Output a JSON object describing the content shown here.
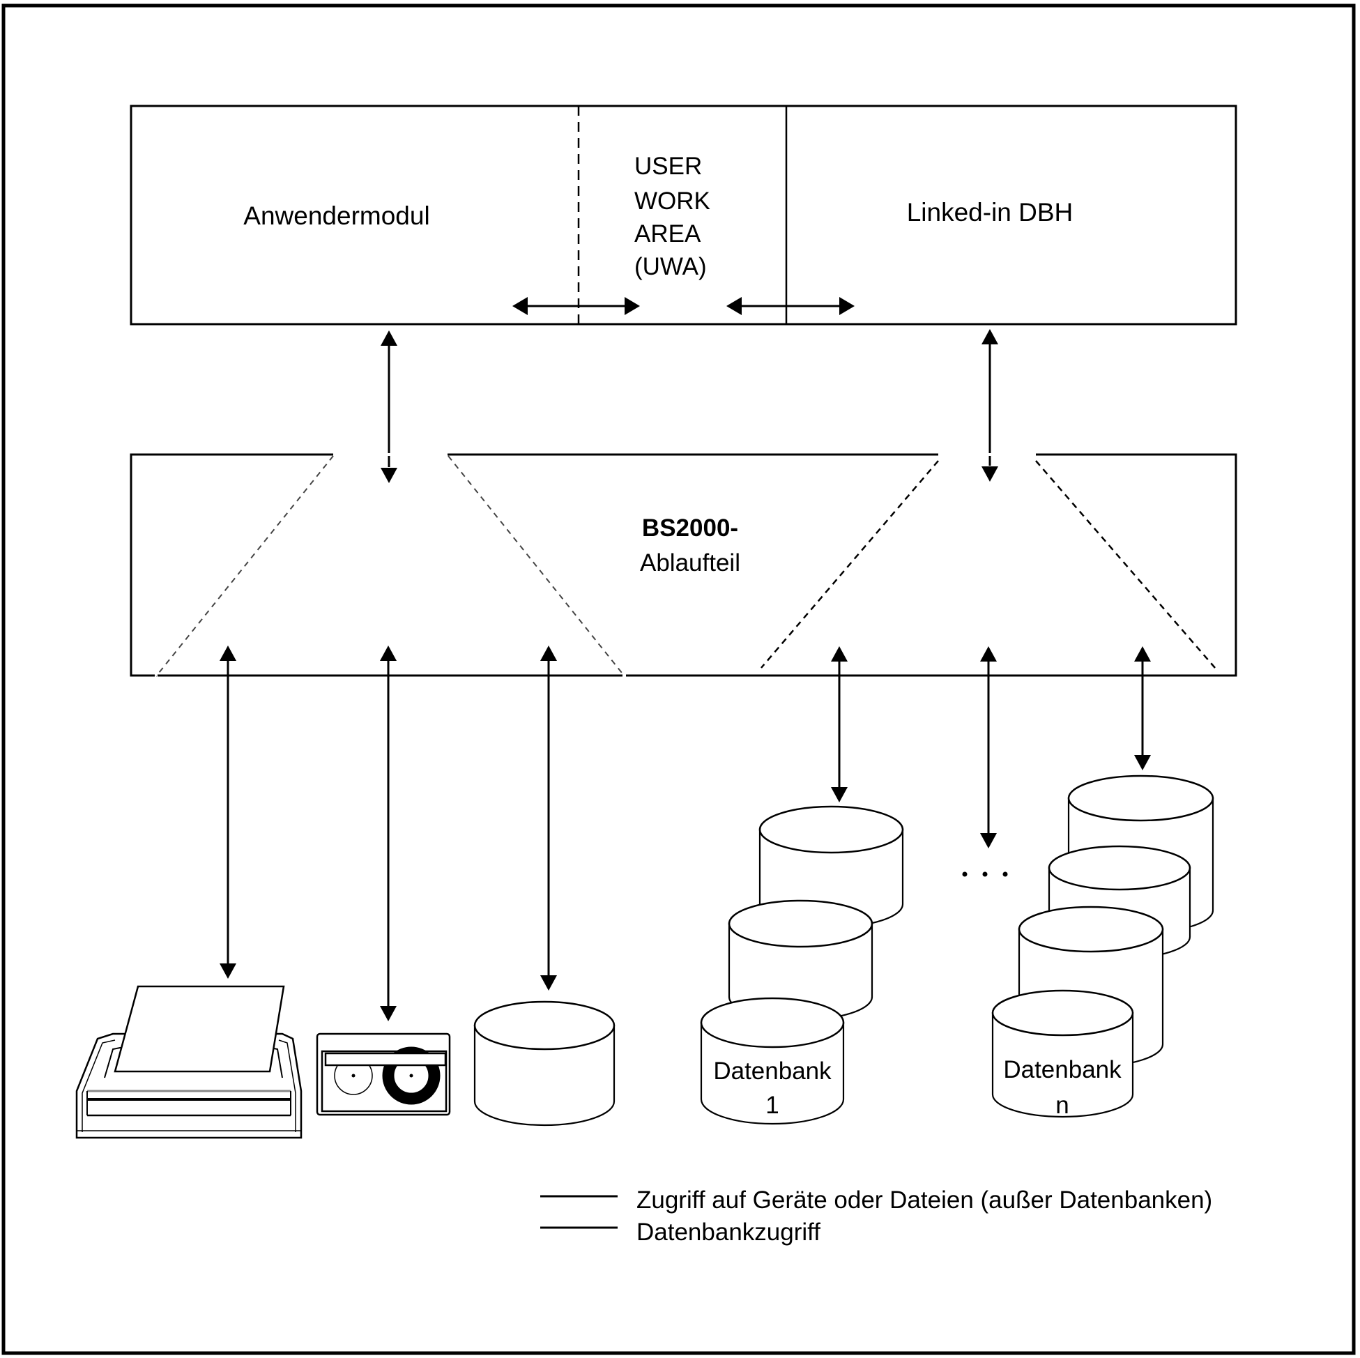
{
  "diagram": {
    "top_box": {
      "left_module": "Anwendermodul",
      "uwa_lines": [
        "USER",
        "WORK",
        "AREA",
        "(UWA)"
      ],
      "right_module": "Linked-in DBH"
    },
    "middle_box": {
      "title_line1": "BS2000-",
      "title_line2": "Ablaufteil"
    },
    "devices": [
      {
        "name": "printer",
        "icon": "printer-icon"
      },
      {
        "name": "tape",
        "icon": "tape-cassette-icon"
      },
      {
        "name": "disk",
        "icon": "disk-cylinder-icon"
      }
    ],
    "databases": [
      {
        "label_line1": "Datenbank",
        "label_line2": "1",
        "stack_count": 3
      },
      {
        "label_line1": "Datenbank",
        "label_line2": "n",
        "stack_count": 4
      }
    ],
    "ellipsis": "· · ·",
    "legend": [
      {
        "label": "Zugriff auf Geräte oder Dateien (außer Datenbanken)"
      },
      {
        "label": "Datenbankzugriff"
      }
    ]
  }
}
